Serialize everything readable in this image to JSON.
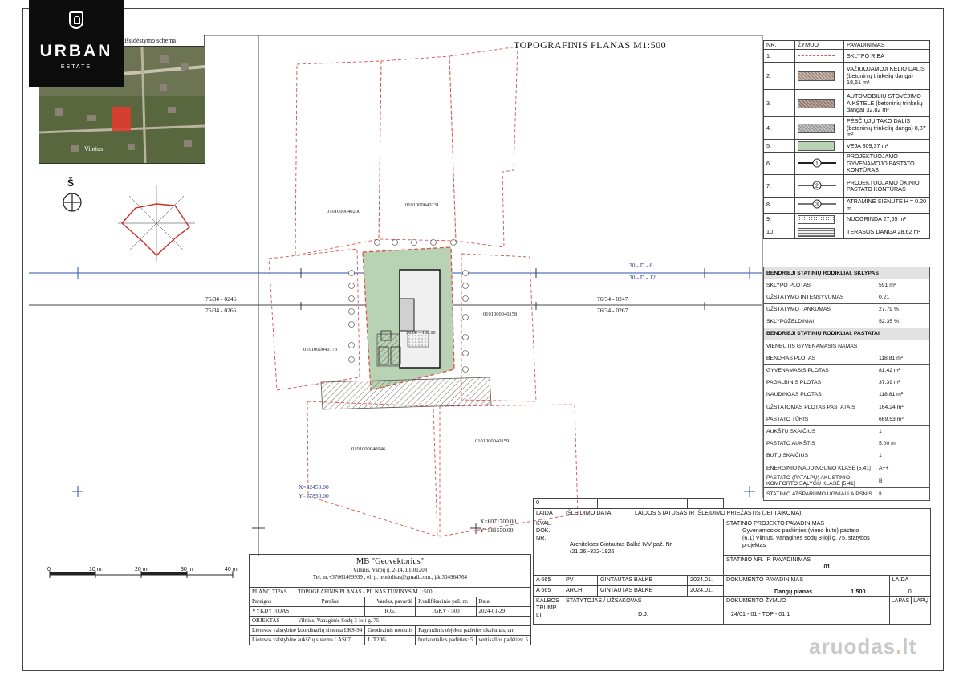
{
  "logo": {
    "word": "URBAN",
    "sub": "ESTATE"
  },
  "aerial": {
    "heading": "jos išsidėstymo schema",
    "place": "Vilnius"
  },
  "compass": {
    "letter": "Š"
  },
  "plan": {
    "title": "TOPOGRAFINIS PLANAS M1:500",
    "grid_labels": [
      "30 - D - 8",
      "30 - D - 12",
      "76/34 - 0246",
      "76/34 - 0266",
      "76/34 - 0247",
      "76/34 - 0267"
    ],
    "parcels": [
      "0101000040200",
      "0101000040231",
      "0101000040173",
      "0101000040158",
      "0101000040946",
      "0101000040159"
    ],
    "coords_a": [
      "X=32450.00",
      "Y=27850.00"
    ],
    "coords_b": [
      "X=6071700.00",
      "Y=581550.00"
    ],
    "level": "±0.00 = 166.90"
  },
  "scale": {
    "labels": [
      "0",
      "10 m",
      "20 m",
      "30 m",
      "40 m"
    ]
  },
  "legend": {
    "headers": [
      "NR.",
      "ŽYMUO",
      "PAVADINIMAS"
    ],
    "rows": [
      {
        "nr": "1.",
        "name": "SKLYPO RIBA",
        "sym": "dashed-red"
      },
      {
        "nr": "2.",
        "name": "VAŽIUOJAMOJI KELIO DALIS (betoninių trinkelių danga) 18,61 m²",
        "sym": "hatch-brown"
      },
      {
        "nr": "3.",
        "name": "AUTOMOBILIŲ STOVĖJIMO AIKŠTELĖ (betoninių trinkelių danga) 32,82 m²",
        "sym": "hatch-brown"
      },
      {
        "nr": "4.",
        "name": "PĖSČIŲJŲ TAKO DALIS (betoninių trinkelių danga) 8,87 m²",
        "sym": "hatch-grey"
      },
      {
        "nr": "5.",
        "name": "VEJA 309,37 m²",
        "sym": "green"
      },
      {
        "nr": "6.",
        "name": "PROJEKTUOJAMO GYVENAMOJO PASTATO KONTŪRAS",
        "sym": "line-1"
      },
      {
        "nr": "7.",
        "name": "PROJEKTUOJAMO ŪKINIO PASTATO KONTŪRAS",
        "sym": "line-2"
      },
      {
        "nr": "8.",
        "name": "ATRAMINĖ SIENUTĖ H = 0.20 m",
        "sym": "line-3"
      },
      {
        "nr": "9.",
        "name": "NUOGRINDA 27,65 m²",
        "sym": "dots"
      },
      {
        "nr": "10.",
        "name": "TERASOS DANGA 28,62 m²",
        "sym": "lines"
      }
    ]
  },
  "stats": {
    "section1": "BENDRIEJI STATINIŲ RODIKLIAI. SKLYPAS",
    "rows1": [
      {
        "k": "SKLYPO PLOTAS",
        "v": "591 m²"
      },
      {
        "k": "UŽSTATYMO INTENSYVUMAS",
        "v": "0.21"
      },
      {
        "k": "UŽSTATYMO TANKUMAS",
        "v": "27.79 %"
      },
      {
        "k": "SKLYPOŽELDINIAI",
        "v": "52.35 %"
      }
    ],
    "section2": "BENDRIEJI STATINIŲ RODIKLIAI. PASTATAI",
    "building": "VIENBUTIS GYVENAMASIS NAMAS",
    "rows2": [
      {
        "k": "BENDRAS PLOTAS",
        "v": "118,81 m²"
      },
      {
        "k": "GYVENAMASIS PLOTAS",
        "v": "81.42 m²"
      },
      {
        "k": "PAGALBINIS PLOTAS",
        "v": "37.39 m²"
      },
      {
        "k": "NAUDINGAS PLOTAS",
        "v": "118.81 m²"
      },
      {
        "k": "UŽSTATOMAS PLOTAS PASTATAIS",
        "v": "164.24 m²"
      },
      {
        "k": "PASTATO TŪRIS",
        "v": "669.53 m³"
      },
      {
        "k": "AUKŠTŲ SKAIČIUS",
        "v": "1"
      },
      {
        "k": "PASTATO AUKŠTIS",
        "v": "5.00 m"
      },
      {
        "k": "BUTŲ SKAIČIUS",
        "v": "1"
      },
      {
        "k": "ENERGINIO NAUDINGUMO KLASĖ [5.41]",
        "v": "A++"
      },
      {
        "k": "PASTATO (PATALPŲ) AKUSTINIO KOMFORTO SĄLYGŲ KLASĖ [5.41]",
        "v": "B"
      },
      {
        "k": "STATINIO ATSPARUMO UGNIAI LAIPSNIS",
        "v": "II"
      }
    ]
  },
  "titleblock_right": {
    "zero": "0",
    "laida": "LAIDA",
    "isleidimo": "IŠLEIDIMO DATA",
    "statusas": "LAIDOS STATUSAS IR IŠLEIDIMO PRIEŽASTIS (JEI TAIKOMA)",
    "kval": "KVAL. DOK. NR.",
    "architect": "Architektas Gintautas Balkė IVV paž. Nr. (21.26)-332-1926",
    "proj_head": "STATINIO PROJEKTO PAVADINIMAS",
    "proj_name": "Gyvenamosios paskirties (vieno buto) pastato (6.1) Vilnius, Vanaginės sodų 3-ioji g. 75, statybos projektas",
    "stat_head": "STATINIO NR. IR PAVADINIMAS",
    "stat_val": "01",
    "sign1": {
      "code": "A 665",
      "role": "PV",
      "name": "GINTAUTAS BALKĖ",
      "date": "2024.01."
    },
    "sign2": {
      "code": "A 665",
      "role": "ARCH.",
      "name": "GINTAUTAS BALKĖ",
      "date": "2024.01."
    },
    "doc_head": "DOKUMENTO PAVADINIMAS",
    "doc_name": "Dangų planas",
    "doc_scale": "1:500",
    "laida_head": "LAIDA",
    "laida_val": "0",
    "kalbos": "KALBOS TRUMP.",
    "kalbos_val": "LT",
    "statytojas": "STATYTOJAS / UŽSAKOVAS",
    "statytojas_val": "D.J.",
    "zymuo_head": "DOKUMENTO ŽYMUO",
    "zymuo_val": "24/01 - 01 - TDP - 01.1",
    "lapas": "LAPAS",
    "lapu": "LAPŲ"
  },
  "titleblock_left": {
    "company": "MB \"Geovektorius\"",
    "address": "Vilnius, Varpų g. 2-14, LT-01208",
    "contacts": "Tel. nr.+37061469939 , el. p. teodolitas@gmail.com., į/k 304964764",
    "plano_tipas_k": "PLANO TIPAS",
    "plano_tipas_v": "TOPOGRAFINIS PLANAS - PILNAS TURINYS  M 1:500",
    "headers": [
      "Pareigos",
      "Parašas",
      "Vardas, pavardė",
      "Kvalifikacinio paž. nr.",
      "Data"
    ],
    "vykdytojas": "VYKDYTOJAS",
    "rg": "R.G.",
    "kval_nr": "1GKV - 503",
    "date": "2024-01-29",
    "objektas_k": "OBJEKTAS",
    "objektas_v": "Vilnius, Vanaginės Sodų 3-ioji g. 75",
    "coord_sys": "Lietuvos valstybinė koordinačių sistema LKS-94",
    "geodez": "Geodezinis modulis",
    "pagrindinis": "Pagrindinis objektų padėties tikslumas, cm",
    "height_sys": "Lietuvos valstybinė aukščių sistema LAS07",
    "lit": "LIT20G",
    "horiz": "horizontalios padėties: 5",
    "vert": "vertikalios padėties: 5"
  },
  "watermark": {
    "text": "aruodas",
    "dot": ".",
    "tld": "lt"
  }
}
